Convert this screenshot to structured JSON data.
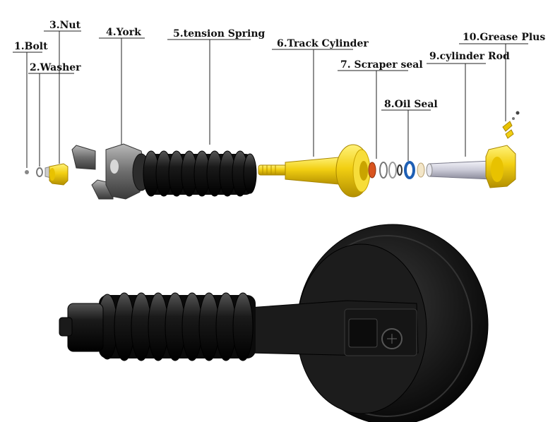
{
  "labels": {
    "bolt": "1.Bolt",
    "washer": "2.Washer",
    "nut": "3.Nut",
    "york": "4.York",
    "spring": "5.tension Spring",
    "cylinder": "6.Track Cylinder",
    "scraper": "7. Scraper seal",
    "oilseal": "8.Oil Seal",
    "rod": "9.cylinder Rod",
    "grease": "10.Grease Plus"
  },
  "colors": {
    "yellow": "#f2cf12",
    "yellow_dark": "#c9a400",
    "black": "#111111",
    "rubber": "#1a1a1a",
    "blue_seal": "#1e5fb4",
    "orange_seal": "#d9541e",
    "rod_silver": "#c9c9d6"
  }
}
